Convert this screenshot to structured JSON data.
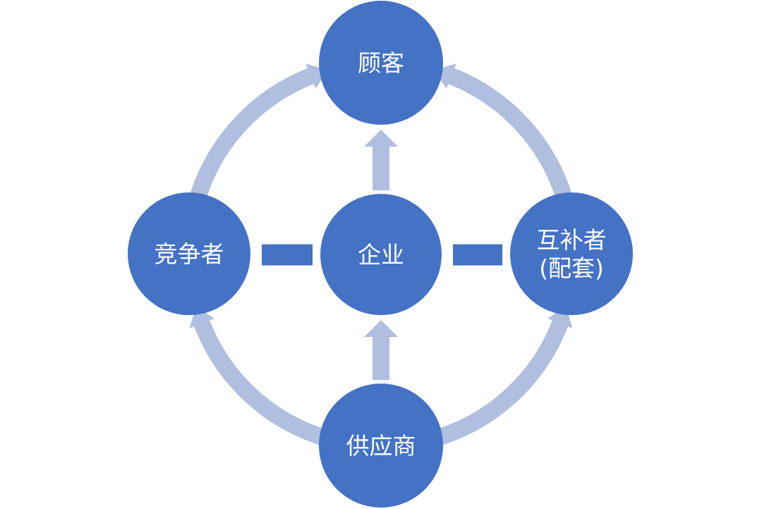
{
  "diagram": {
    "title": "",
    "colors": {
      "node": "#4472C4",
      "arrow": "#B0BEE0",
      "connector": "#4472C4",
      "text": "#FFFFFF"
    },
    "nodes": [
      {
        "id": "customer",
        "label_lines": [
          "顾客"
        ],
        "position": "top"
      },
      {
        "id": "company",
        "label_lines": [
          "企业"
        ],
        "position": "center"
      },
      {
        "id": "competitor",
        "label_lines": [
          "竞争者"
        ],
        "position": "left"
      },
      {
        "id": "complementor",
        "label_lines": [
          "互补者",
          "(配套)"
        ],
        "position": "right"
      },
      {
        "id": "supplier",
        "label_lines": [
          "供应商"
        ],
        "position": "bottom"
      }
    ],
    "edges": [
      {
        "from": "company",
        "to": "customer",
        "type": "straight-arrow"
      },
      {
        "from": "supplier",
        "to": "company",
        "type": "straight-arrow"
      },
      {
        "from": "competitor",
        "to": "company",
        "type": "line"
      },
      {
        "from": "complementor",
        "to": "company",
        "type": "line"
      },
      {
        "from": "competitor",
        "to": "customer",
        "type": "curved-arrow"
      },
      {
        "from": "complementor",
        "to": "customer",
        "type": "curved-arrow"
      },
      {
        "from": "supplier",
        "to": "competitor",
        "type": "curved-arrow"
      },
      {
        "from": "supplier",
        "to": "complementor",
        "type": "curved-arrow"
      }
    ]
  }
}
